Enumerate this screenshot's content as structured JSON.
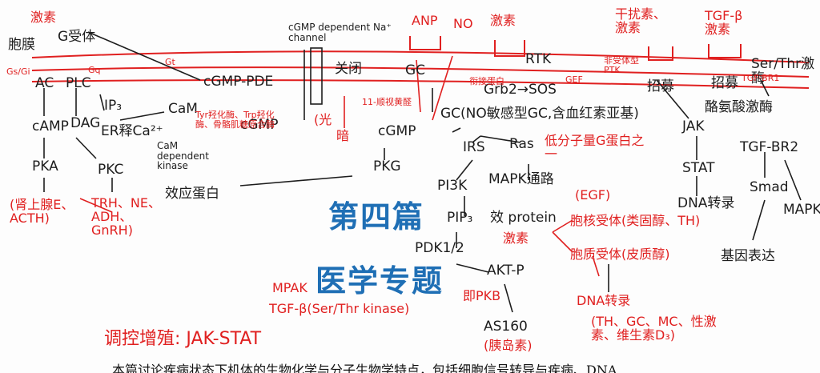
{
  "title": {
    "main": "第四篇",
    "sub": "医学专题"
  },
  "caption": "本篇讨论疾病状态下机体的生物化学与分子生物学特点，包括细胞信号转导与疾病、DNA",
  "colors": {
    "ink": "#1d1d1d",
    "red_ink": "#e02020",
    "title_blue": "#1f6fb5"
  },
  "labels": {
    "hormone_1": "激素",
    "membrane": "胞膜",
    "gpcr": "G受体",
    "gs_gi": "Gs/Gi",
    "gq": "Gq",
    "ac": "AC",
    "plc": "PLC",
    "camp": "cAMP",
    "dag": "DAG",
    "ip3": "IP₃",
    "er_ca": "ER释Ca²⁺",
    "cam": "CaM",
    "cam_kinase": "CaM dependent kinase",
    "pka": "PKA",
    "pkc": "PKC",
    "pka_targets": "(肾上腺E、ACTH)",
    "pkc_targets": "TRH、NE、ADH、GnRH)",
    "camp_pde": "cGMP-PDE",
    "gt": "Gt",
    "cgmp_left": "cGMP",
    "cgmp_dep_channel": "cGMP dependent Na⁺ channel",
    "close": "关闭",
    "light": "(光",
    "dim": "暗",
    "vision_note": "11-顺视黄醛",
    "tyr_enzymes": "Tyr羟化酶、Trp羟化酶、骨骼肌糖原合酶",
    "effector_protein": "效应蛋白",
    "anp": "ANP",
    "no": "NO",
    "gc": "GC",
    "gc_full": "GC(NO敏感型GC,含血红素亚基)",
    "cgmp_right": "cGMP",
    "pkg": "PKG",
    "hormone_2": "激素",
    "rtk": "RTK",
    "grb2_sos": "Grb2→SOS",
    "gef": "GEF",
    "adaptor": "衔接蛋白",
    "irs": "IRS",
    "ras": "Ras",
    "small_g": "低分子量G蛋白之一",
    "pi3k": "PI3K",
    "mapk_path": "MAPK通路",
    "egf": "(EGF)",
    "pip3": "PIP₃",
    "effect_protein": "效 protein",
    "pdk": "PDK1/2",
    "akt": "AKT-P",
    "pkb": "即PKB",
    "as160": "AS160",
    "as160_note": "(胰岛素)",
    "hormone_3": "激素",
    "nuclear_receptor": "胞核受体(类固醇、TH)",
    "cyto_receptor": "胞质受体(皮质醇)",
    "dna_transcription": "DNA转录",
    "transcription_list": "(TH、GC、MC、性激素、维生素D₃)",
    "interferon": "干扰素、激素",
    "non_receptor": "非受体型PTK",
    "recruit_1": "招募",
    "jak": "JAK",
    "stat": "STAT",
    "dna_trans_2": "DNA转录",
    "tgf": "TGF-β激素",
    "ser_thr": "Ser/Thr激酶",
    "tgf_br1": "TGF-BR1",
    "recruit_2": "招募",
    "tyrosine_kinase": "酪氨酸激酶",
    "tgf_br2": "TGF-BR2",
    "smad": "Smad",
    "mapk": "MAPK",
    "gene_expression": "基因表达",
    "mpak": "MPAK",
    "tgf_beta_line": "TGF-β(Ser/Thr kinase)",
    "regulation": "调控增殖: JAK-STAT"
  }
}
